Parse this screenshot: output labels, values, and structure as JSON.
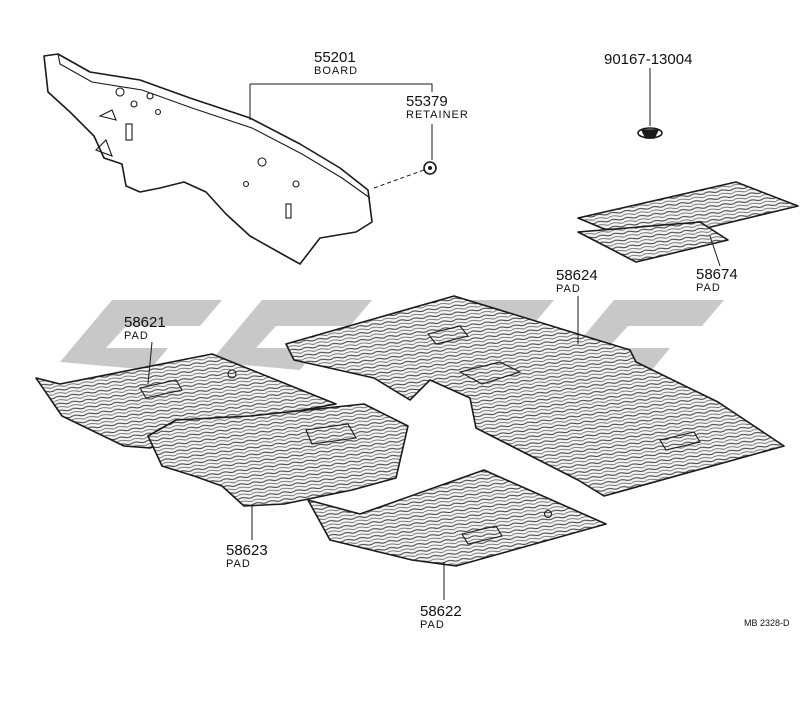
{
  "parts": [
    {
      "number": "55201",
      "name": "BOARD"
    },
    {
      "number": "55379",
      "name": "RETAINER"
    },
    {
      "number": "90167-13004",
      "name": ""
    },
    {
      "number": "58674",
      "name": "PAD"
    },
    {
      "number": "58624",
      "name": "PAD"
    },
    {
      "number": "58621",
      "name": "PAD"
    },
    {
      "number": "58623",
      "name": "PAD"
    },
    {
      "number": "58622",
      "name": "PAD"
    }
  ],
  "diagram_code": "MB 2328-D",
  "colors": {
    "line": "#1a1a1a",
    "watermark": "#c8c8c8",
    "texture": "#3a3a3a"
  }
}
